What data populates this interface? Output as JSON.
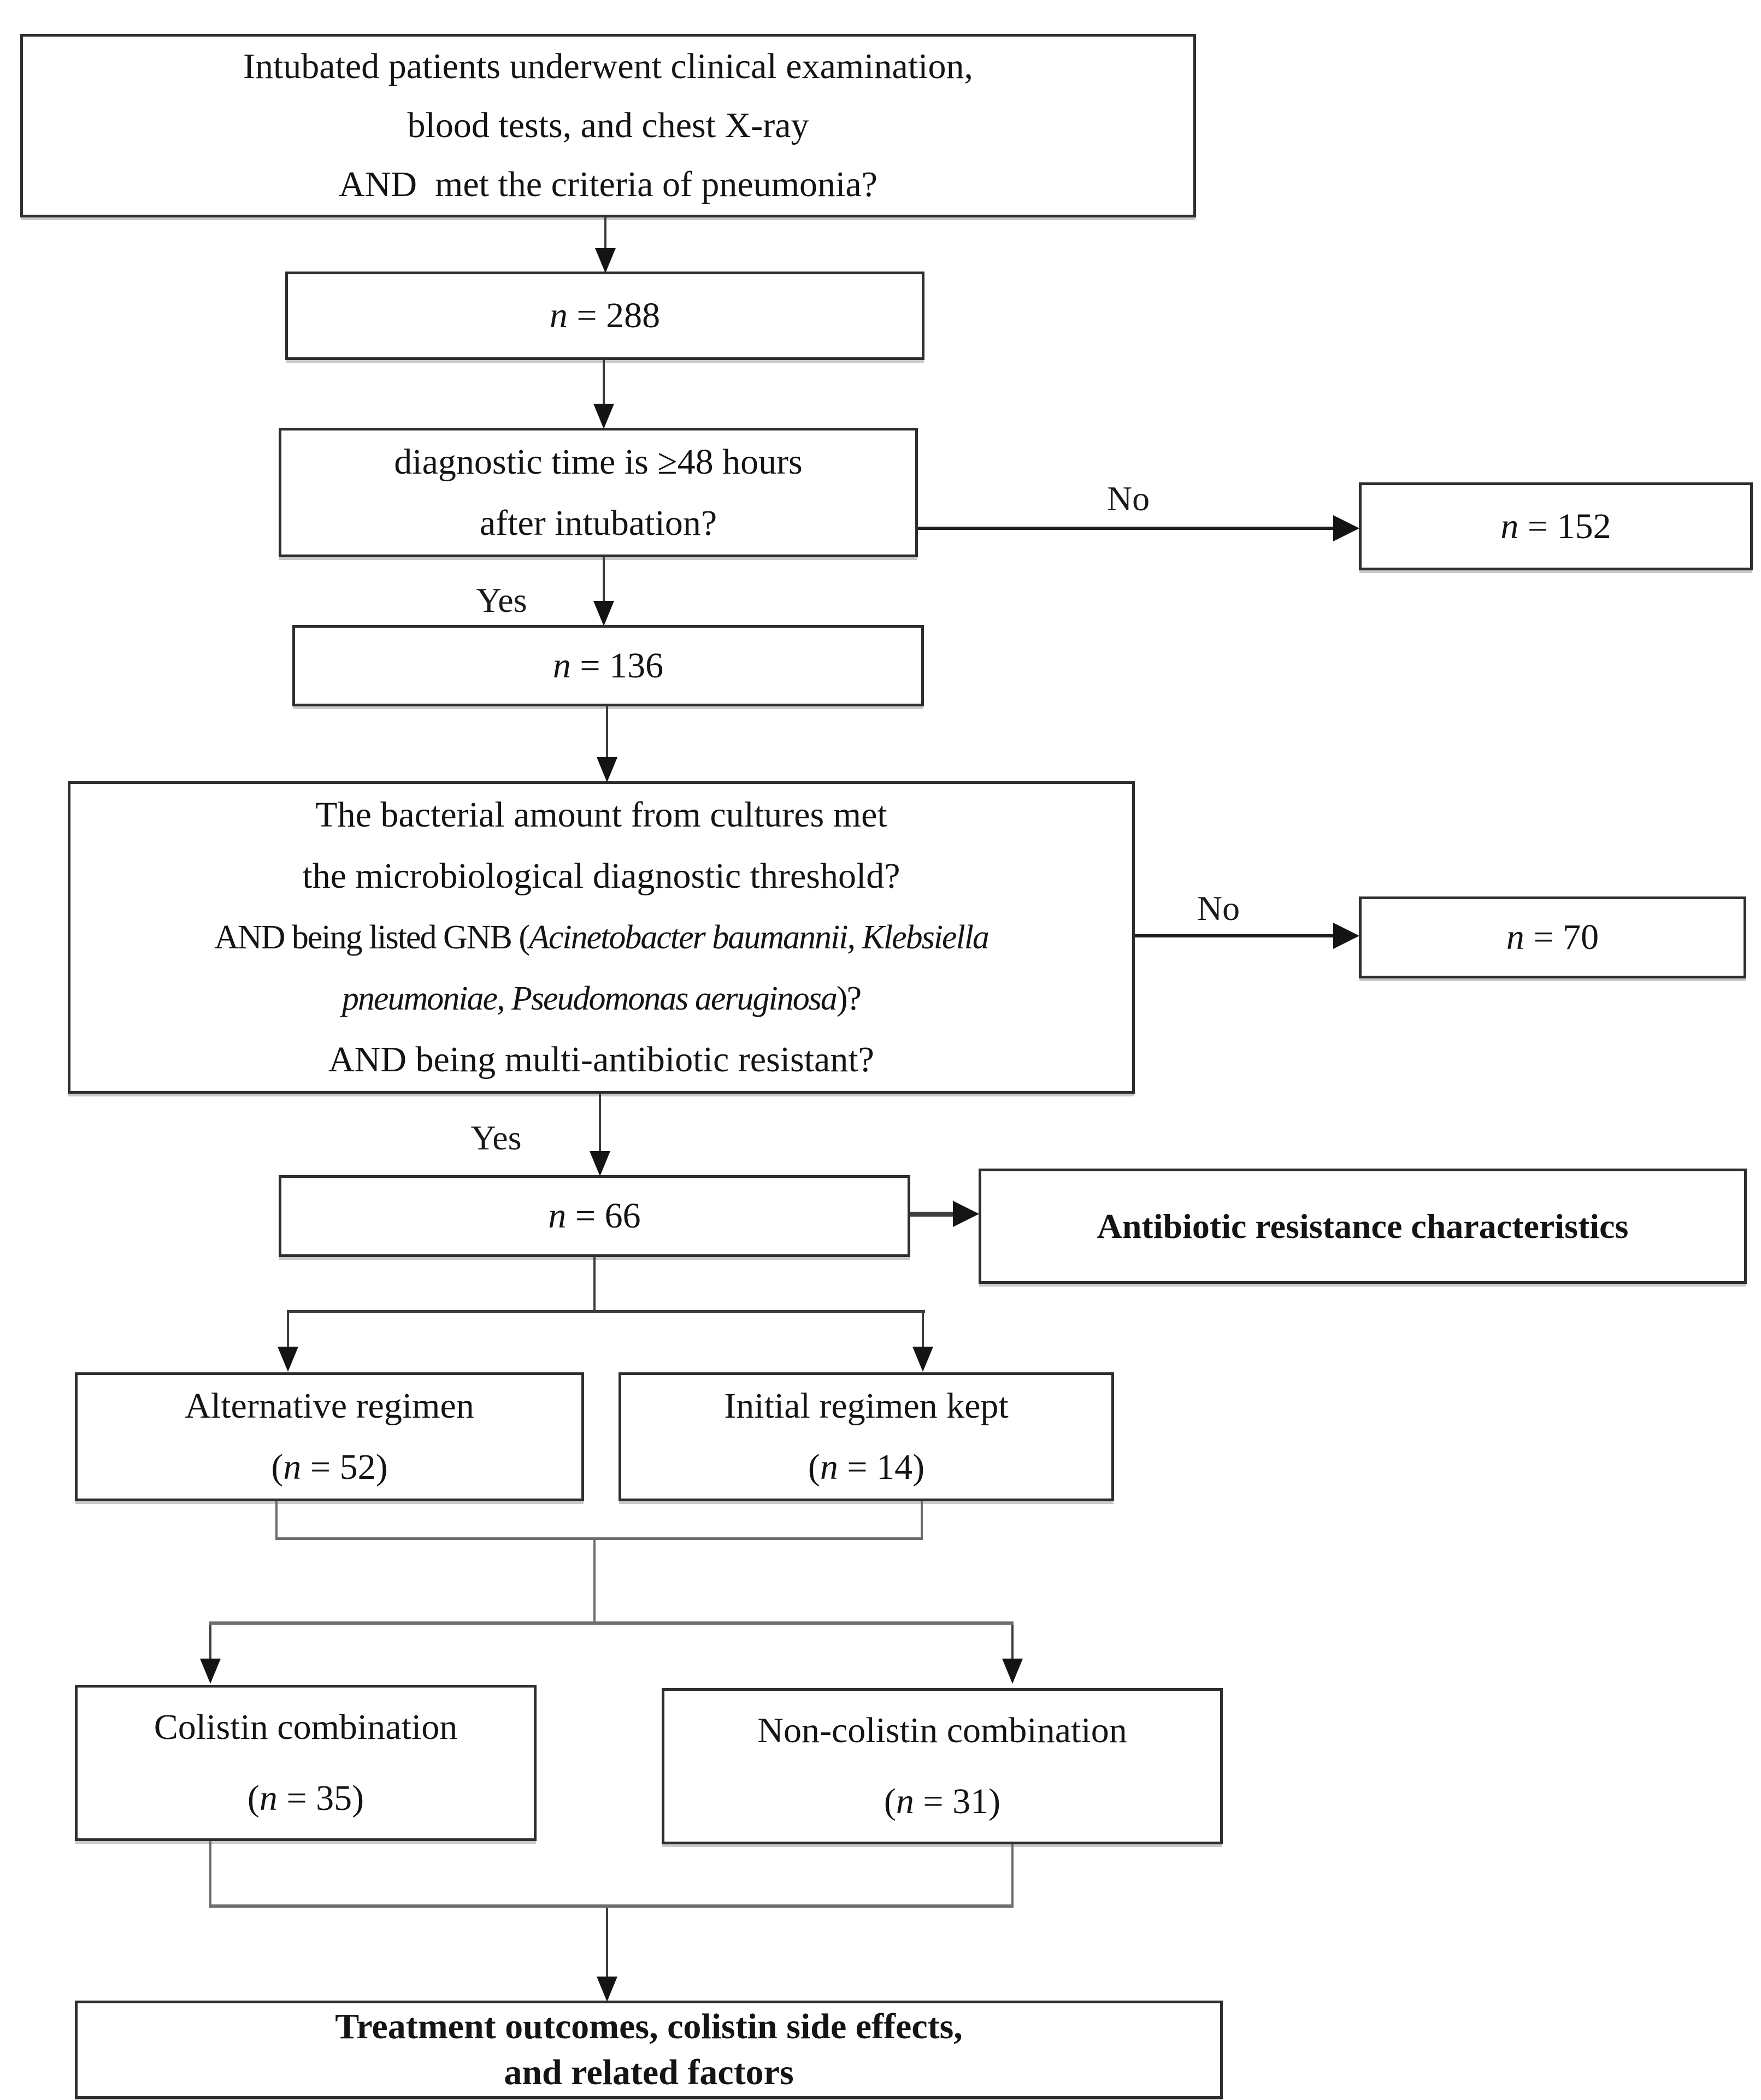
{
  "figure": {
    "colors": {
      "ink": "#141414",
      "background": "#ffffff"
    },
    "labels": {
      "yes1": "Yes",
      "no1": "No",
      "yes2": "Yes",
      "no2": "No"
    },
    "boxes": {
      "criteria": {
        "lines": [
          [
            {
              "t": "Intubated patients underwent clinical examination,"
            }
          ],
          [
            {
              "t": "blood tests, and chest X-ray"
            }
          ],
          [
            {
              "t": "AND  met the criteria of pneumonia?"
            }
          ]
        ]
      },
      "n288": {
        "lines": [
          [
            {
              "t": "n",
              "i": true
            },
            {
              "t": " = 288"
            }
          ]
        ]
      },
      "diagnostic": {
        "lines": [
          [
            {
              "t": "diagnostic time is ≥48 hours"
            }
          ],
          [
            {
              "t": "after intubation?"
            }
          ]
        ]
      },
      "n152": {
        "lines": [
          [
            {
              "t": "n",
              "i": true
            },
            {
              "t": " = 152"
            }
          ]
        ]
      },
      "n136": {
        "lines": [
          [
            {
              "t": "n",
              "i": true
            },
            {
              "t": " = 136"
            }
          ]
        ]
      },
      "bacterial": {
        "lines": [
          [
            {
              "t": "The bacterial amount from cultures met"
            }
          ],
          [
            {
              "t": "the microbiological diagnostic threshold?"
            }
          ],
          [
            {
              "t": "AND being listed GNB ("
            },
            {
              "t": "Acinetobacter baumannii, Klebsiella",
              "i": true
            }
          ],
          [
            {
              "t": "pneumoniae, Pseudomonas aeruginosa",
              "i": true
            },
            {
              "t": ")?"
            }
          ],
          [
            {
              "t": "AND being multi-antibiotic resistant?"
            }
          ]
        ]
      },
      "n70": {
        "lines": [
          [
            {
              "t": "n",
              "i": true
            },
            {
              "t": " = 70"
            }
          ]
        ]
      },
      "n66": {
        "lines": [
          [
            {
              "t": "n",
              "i": true
            },
            {
              "t": " = 66"
            }
          ]
        ]
      },
      "resistance": {
        "lines": [
          [
            {
              "t": "Antibiotic resistance characteristics",
              "b": true
            }
          ]
        ]
      },
      "alternative": {
        "lines": [
          [
            {
              "t": "Alternative regimen"
            }
          ],
          [
            {
              "t": "("
            },
            {
              "t": "n",
              "i": true
            },
            {
              "t": " = 52)"
            }
          ]
        ]
      },
      "initial": {
        "lines": [
          [
            {
              "t": "Initial regimen kept"
            }
          ],
          [
            {
              "t": "("
            },
            {
              "t": "n",
              "i": true
            },
            {
              "t": " = 14)"
            }
          ]
        ]
      },
      "colistin": {
        "lines": [
          [
            {
              "t": "Colistin combination"
            }
          ],
          [
            {
              "t": "("
            },
            {
              "t": "n",
              "i": true
            },
            {
              "t": " = 35)"
            }
          ]
        ]
      },
      "noncolistin": {
        "lines": [
          [
            {
              "t": "Non-colistin combination"
            }
          ],
          [
            {
              "t": "("
            },
            {
              "t": "n",
              "i": true
            },
            {
              "t": " = 31)"
            }
          ]
        ]
      },
      "outcomes": {
        "lines": [
          [
            {
              "t": "Treatment outcomes, colistin side effects,",
              "b": true
            }
          ],
          [
            {
              "t": "and related factors",
              "b": true
            }
          ]
        ]
      }
    }
  }
}
